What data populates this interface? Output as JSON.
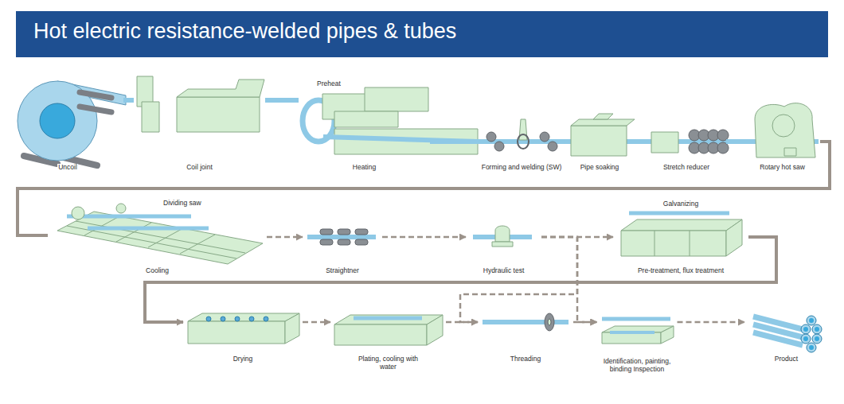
{
  "diagram": {
    "title": "Hot electric resistance-welded pipes & tubes",
    "nodes": [
      {
        "text": [
          "Uncoil"
        ]
      },
      {
        "text": [
          "Coil joint"
        ]
      },
      {
        "text": [
          "Heating"
        ]
      },
      {
        "text": [
          "Forming and welding (SW)"
        ]
      },
      {
        "text": [
          "Pipe soaking"
        ]
      },
      {
        "text": [
          "Stretch reducer"
        ]
      },
      {
        "text": [
          "Rotary hot saw"
        ]
      },
      {
        "text": [
          "Cooling"
        ]
      },
      {
        "text": [
          "Straightner"
        ]
      },
      {
        "text": [
          "Hydraulic test"
        ]
      },
      {
        "text": [
          "Galvanizing",
          "Pre-treatment, flux treatment"
        ]
      },
      {
        "text": [
          "Drying"
        ]
      },
      {
        "text": [
          "Plating, cooling with water"
        ]
      },
      {
        "text": [
          "Threading"
        ]
      },
      {
        "text": [
          "Identification, painting, binding Inspection"
        ]
      },
      {
        "text": [
          "Product"
        ]
      }
    ],
    "edges": [
      {
        "from": 0,
        "to": 1,
        "arrow": "none"
      },
      {
        "from": 1,
        "to": 2,
        "arrow": "none"
      },
      {
        "from": 2,
        "to": 3,
        "arrow": "none"
      },
      {
        "from": 3,
        "to": 4,
        "arrow": "none"
      },
      {
        "from": 4,
        "to": 5,
        "arrow": "none"
      },
      {
        "from": 5,
        "to": 6,
        "arrow": "none"
      },
      {
        "from": 6,
        "to": 7,
        "arrow": "none"
      },
      {
        "from": 7,
        "to": 8,
        "arrow": "to"
      },
      {
        "from": 8,
        "to": 9,
        "arrow": "to"
      },
      {
        "from": 9,
        "to": 10,
        "arrow": "to"
      },
      {
        "from": 9,
        "to": 13,
        "arrow": "to"
      },
      {
        "from": 9,
        "to": 14,
        "arrow": "to"
      },
      {
        "from": 10,
        "to": 11,
        "arrow": "to"
      },
      {
        "from": 11,
        "to": 12,
        "arrow": "to"
      },
      {
        "from": 12,
        "to": 13,
        "arrow": "to"
      },
      {
        "from": 13,
        "to": 14,
        "arrow": "to"
      },
      {
        "from": 14,
        "to": 15,
        "arrow": "to"
      }
    ],
    "labels": [
      "Preheat",
      "Dividing saw"
    ]
  }
}
